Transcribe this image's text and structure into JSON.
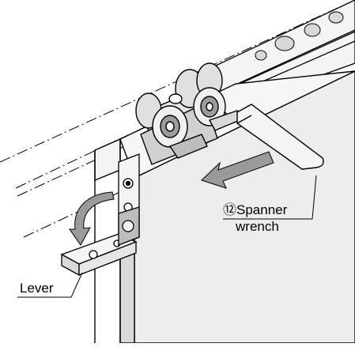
{
  "labels": {
    "spanner": "⑫Spanner",
    "wrench": "wrench",
    "lever": "Lever"
  },
  "colors": {
    "line": "#000000",
    "panel_fill": "#ededed",
    "part_fill": "#f4f4f4",
    "shade": "#9c9c9c",
    "arrow": "#9a9a9a"
  },
  "icons": {
    "rotation_arrow": "curved-arrow-down",
    "direction_arrow": "block-arrow-left"
  }
}
